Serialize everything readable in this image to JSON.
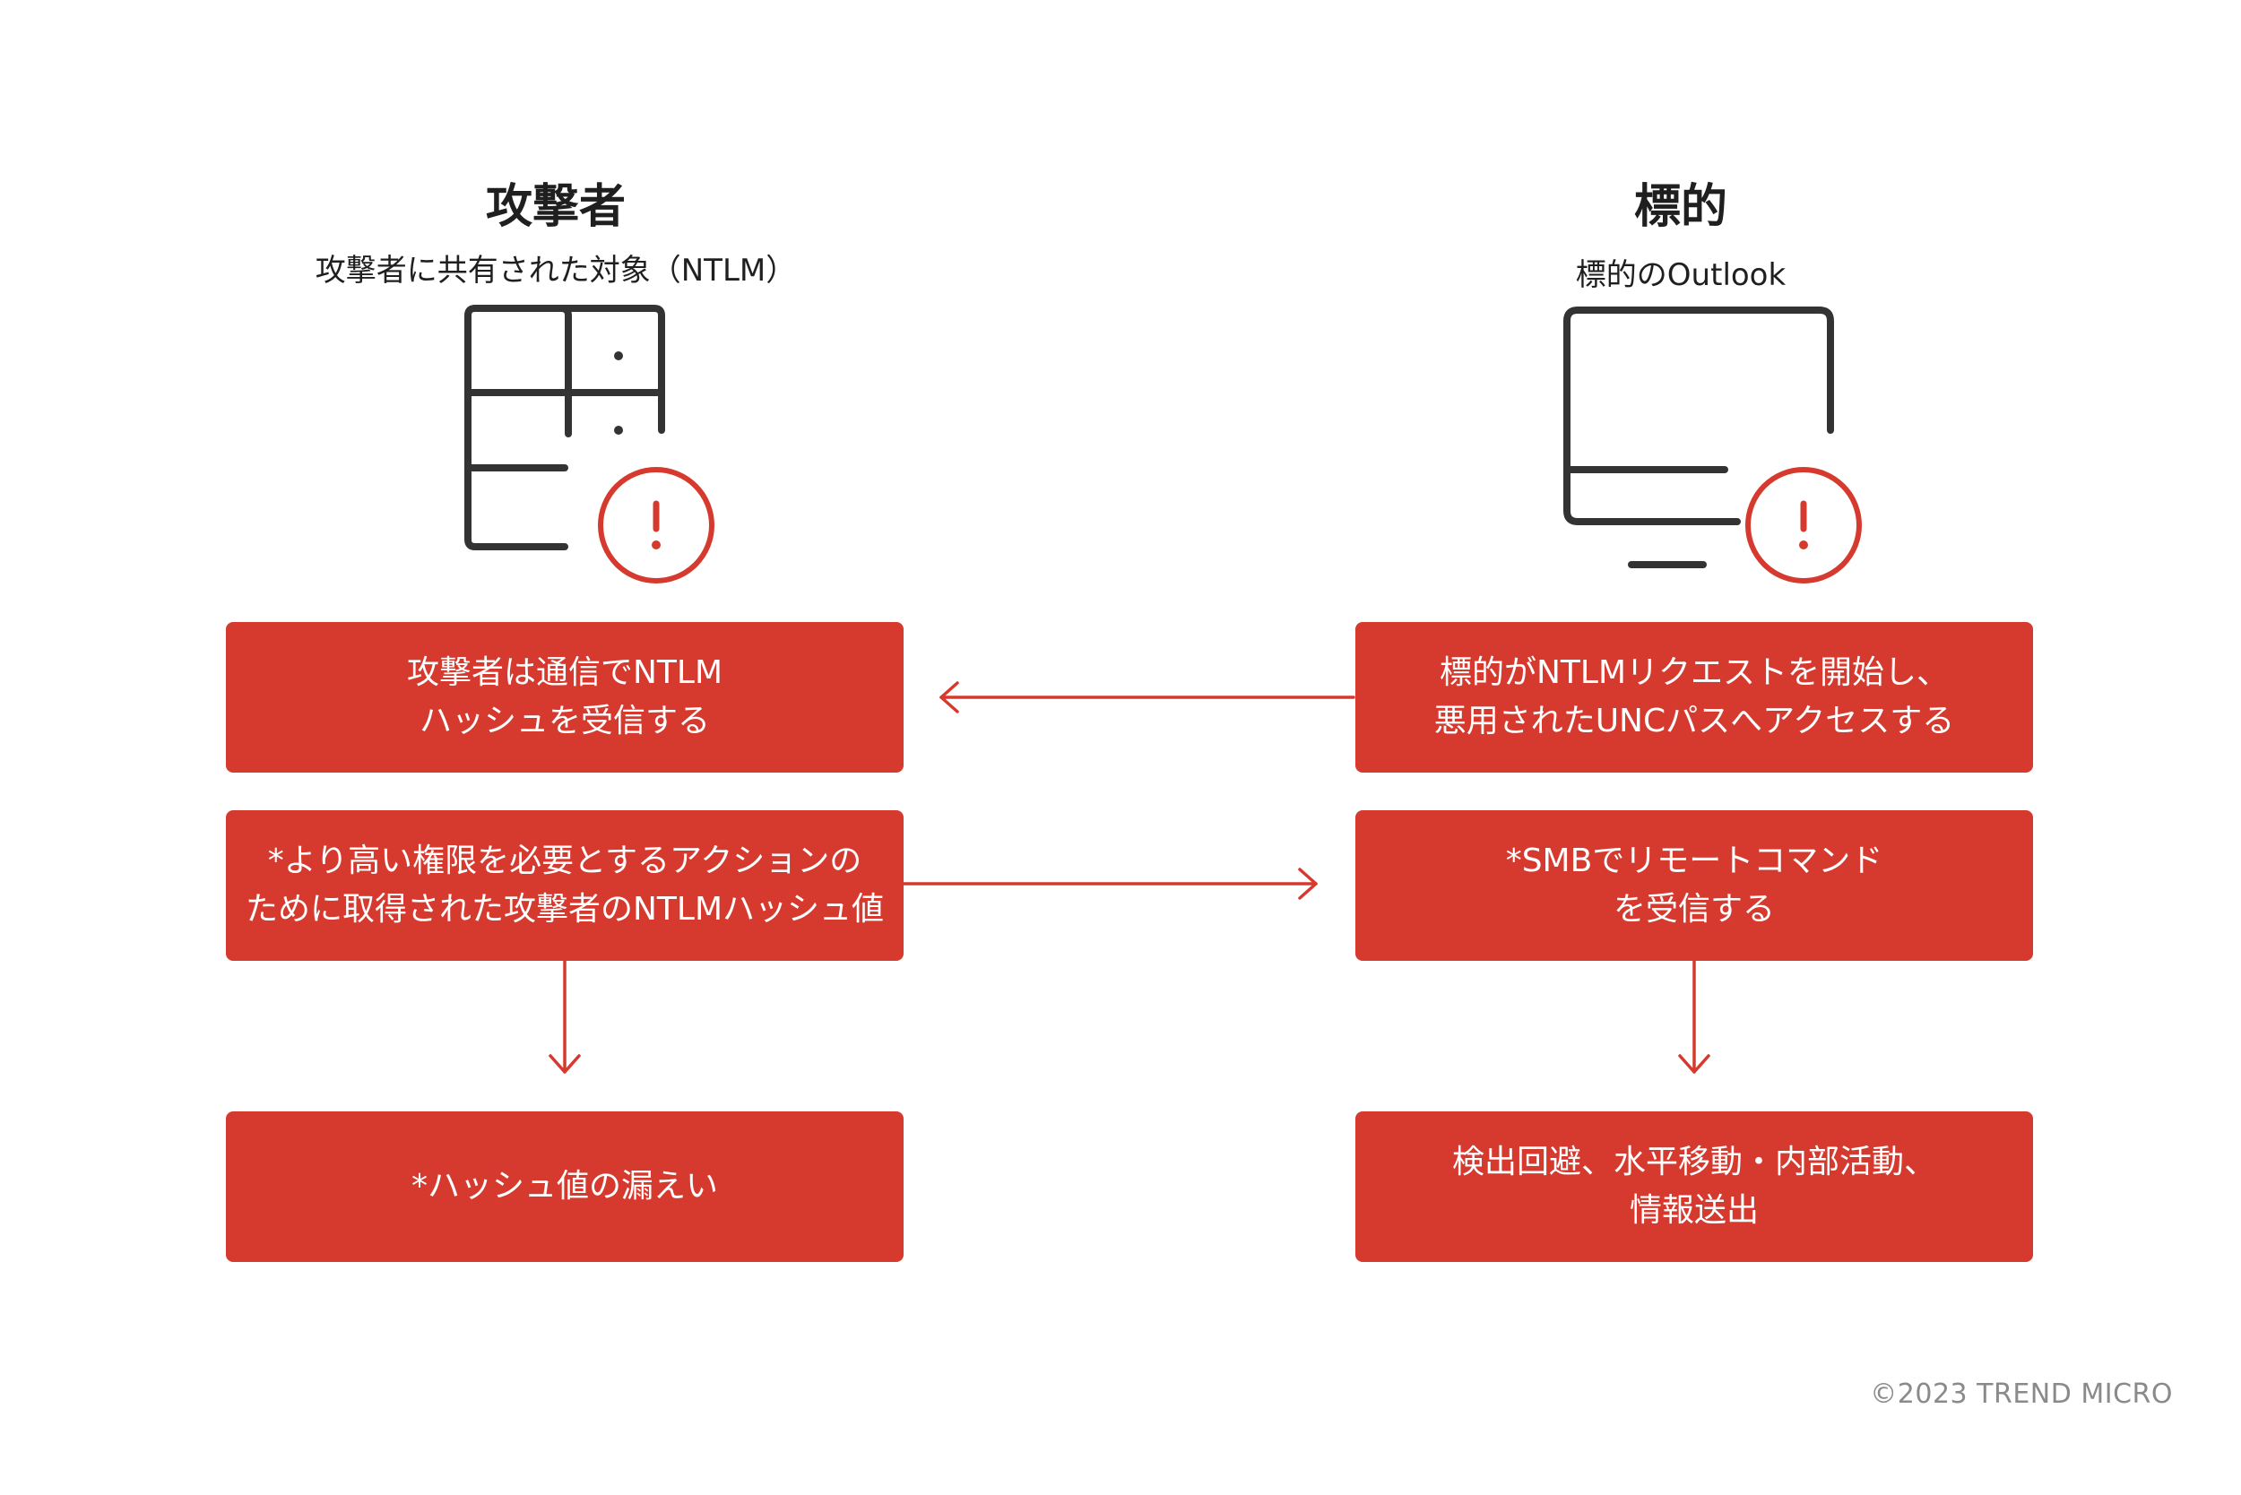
{
  "attacker": {
    "title": "攻撃者",
    "subtitle": "攻撃者に共有された対象（NTLM）"
  },
  "target": {
    "title": "標的",
    "subtitle": "標的のOutlook"
  },
  "boxes": {
    "attacker_receive": [
      "攻撃者は通信でNTLM",
      "ハッシュを受信する"
    ],
    "attacker_hash": [
      "*より高い権限を必要とするアクションの",
      "ために取得された攻撃者のNTLMハッシュ値"
    ],
    "attacker_leak": [
      "*ハッシュ値の漏えい"
    ],
    "target_request": [
      "標的がNTLMリクエストを開始し、",
      "悪用されたUNCパスへアクセスする"
    ],
    "target_smb": [
      "*SMBでリモートコマンド",
      "を受信する"
    ],
    "target_result": [
      "検出回避、水平移動・内部活動、",
      "情報送出"
    ]
  },
  "icons": {
    "attacker_icon": "server-alert-icon",
    "target_icon": "monitor-alert-icon"
  },
  "colors": {
    "accent": "#d63a2f",
    "icon_stroke": "#333333"
  },
  "footer": {
    "copyright": "©2023 TREND MICRO"
  }
}
